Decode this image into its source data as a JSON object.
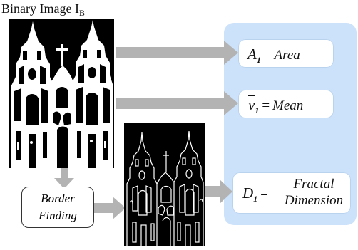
{
  "title": {
    "text": "Binary Image I",
    "subscript": "B"
  },
  "outputs": {
    "area": {
      "symbol": "A",
      "sub": "1",
      "eq": "=",
      "label": "Area"
    },
    "mean": {
      "symbol": "ν",
      "sub": "1",
      "eq": "=",
      "label": "Mean"
    },
    "fractal": {
      "symbol": "D",
      "sub": "1",
      "eq": "=",
      "line1": "Fractal",
      "line2": "Dimension"
    }
  },
  "process": {
    "line1": "Border",
    "line2": "Finding"
  },
  "colors": {
    "panel": "#cce2fb",
    "arrow": "#b3b3b3",
    "image_bg": "#000000",
    "image_fg": "#ffffff"
  }
}
